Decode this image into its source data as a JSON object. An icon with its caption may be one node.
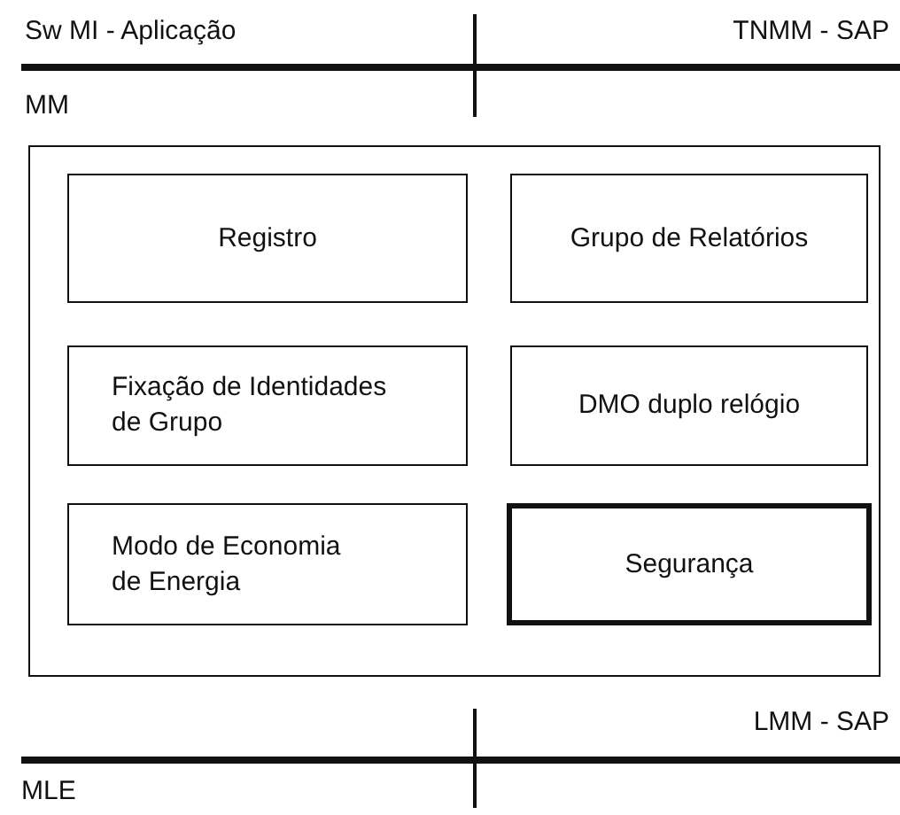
{
  "diagram": {
    "nodes": [
      {
        "text": [],
        "shape": "box"
      },
      {
        "text": [
          "Registro"
        ],
        "in": 0
      },
      {
        "text": [
          "Grupo de Relatórios"
        ],
        "in": 0
      },
      {
        "text": [
          "Fixação de Identidades de Grupo"
        ],
        "in": 0
      },
      {
        "text": [
          "DMO duplo relógio"
        ],
        "in": 0
      },
      {
        "text": [
          "Modo de Economia de Energia"
        ],
        "in": 0
      },
      {
        "text": [
          "Segurança"
        ],
        "in": 0
      }
    ],
    "labels": [
      "Sw MI - Aplicação",
      "TNMM - SAP",
      "MM",
      "LMM - SAP",
      "MLE"
    ]
  }
}
